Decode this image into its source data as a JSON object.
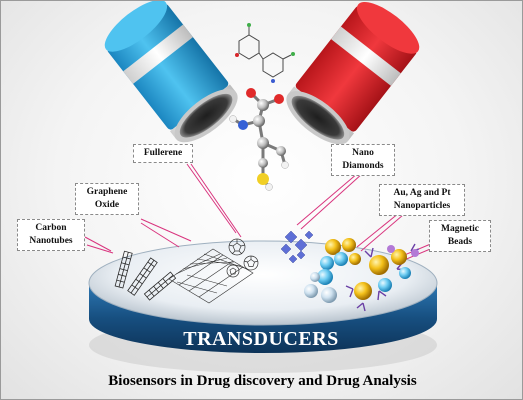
{
  "labels": {
    "carbon_nanotubes": "Carbon\nNanotubes",
    "graphene_oxide": "Graphene\nOxide",
    "fullerene": "Fullerene",
    "nano_diamonds": "Nano\nDiamonds",
    "metal_nanoparticles": "Au, Ag and Pt\nNanoparticles",
    "magnetic_beads": "Magnetic\nBeads"
  },
  "platform_label": "TRANSDUCERS",
  "caption": "Biosensors in Drug discovery and Drug Analysis",
  "colors": {
    "capsule_left": "#27a9e1",
    "capsule_right": "#e1262b",
    "platform": "#1d5f93",
    "callout_line": "#d9347e"
  }
}
